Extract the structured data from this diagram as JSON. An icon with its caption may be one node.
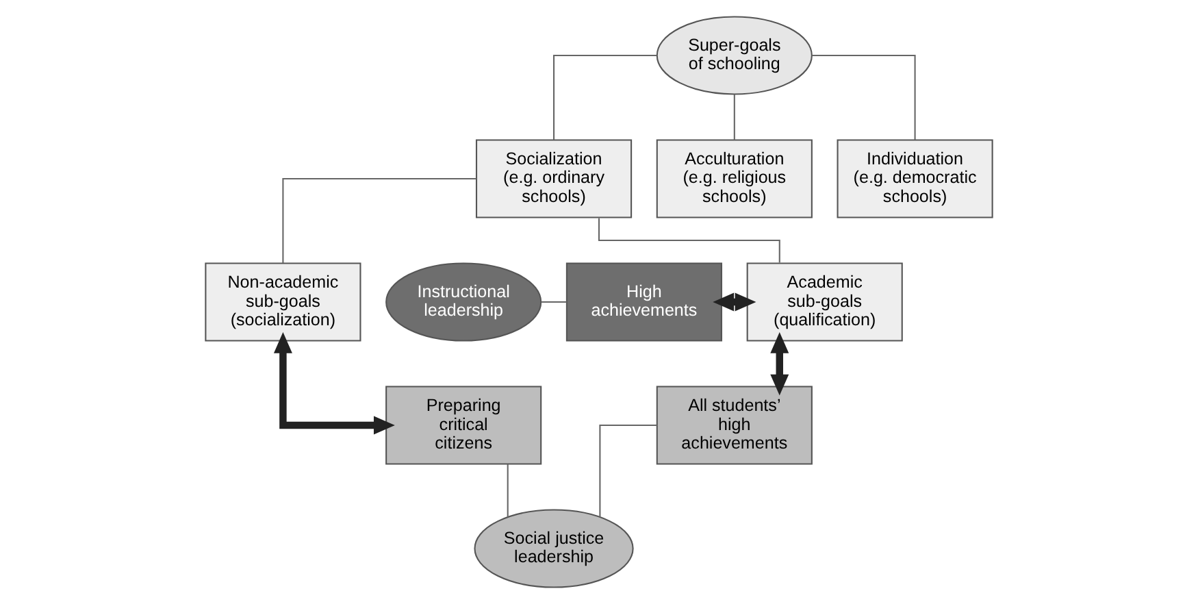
{
  "diagram": {
    "nodes": [
      {
        "text": [
          "Super-goals of schooling"
        ]
      },
      {
        "text": [
          "Socialization (e.g. ordinary schools)"
        ]
      },
      {
        "text": [
          "Acculturation (e.g. religious schools)"
        ]
      },
      {
        "text": [
          "Individuation (e.g. democratic schools)"
        ]
      },
      {
        "text": [
          "Instructional leadership"
        ]
      },
      {
        "text": [
          "High achievements"
        ]
      },
      {
        "text": [
          "Academic sub-goals (qualification)"
        ]
      },
      {
        "text": [
          "Non-academic sub-goals (socialization)"
        ]
      },
      {
        "text": [
          "All students’ high achievements"
        ]
      },
      {
        "text": [
          "Preparing critical citizens"
        ]
      },
      {
        "text": [
          "Social justice leadership"
        ]
      }
    ],
    "edges": [
      {
        "from": 0,
        "to": 1,
        "arrow": "none"
      },
      {
        "from": 0,
        "to": 2,
        "arrow": "none"
      },
      {
        "from": 0,
        "to": 3,
        "arrow": "none"
      },
      {
        "from": 1,
        "to": 6,
        "arrow": "none"
      },
      {
        "from": 1,
        "to": 7,
        "arrow": "none"
      },
      {
        "from": 4,
        "to": 5,
        "arrow": "none"
      },
      {
        "from": 5,
        "to": 6,
        "arrow": "both",
        "style": "thick"
      },
      {
        "from": 6,
        "to": 8,
        "arrow": "both",
        "style": "thick"
      },
      {
        "from": 7,
        "to": 9,
        "arrow": "both",
        "style": "thick"
      },
      {
        "from": 8,
        "to": 10,
        "arrow": "none"
      },
      {
        "from": 9,
        "to": 10,
        "arrow": "none"
      }
    ]
  }
}
